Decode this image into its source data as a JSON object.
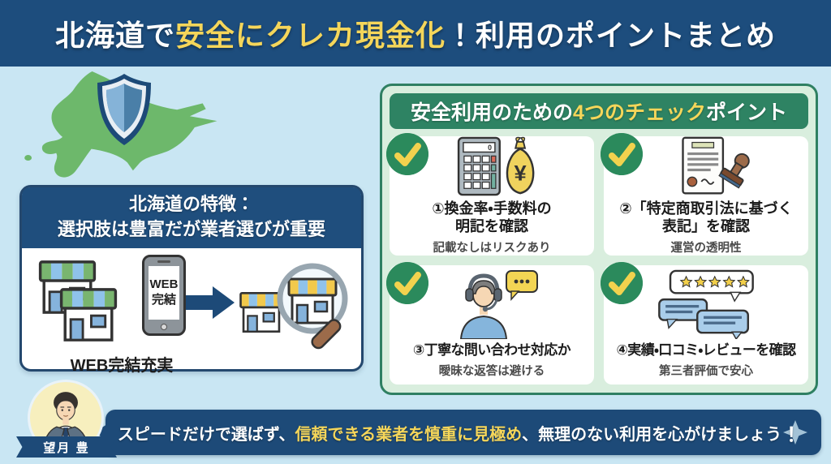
{
  "colors": {
    "header_navy": "#1d4d7d",
    "navy": "#1d4a78",
    "accent_yellow": "#f5d65a",
    "panel_green": "#2e8363",
    "panel_light_green": "#d9eede",
    "check_green": "#2b8a5c",
    "map_green": "#6db86b",
    "background_blue": "#c9e6f3"
  },
  "header": {
    "part_white_1": "北海道で",
    "part_yellow": "安全にクレカ現金化",
    "part_white_2": "！利用のポイントまとめ"
  },
  "map": {
    "icon": "shield-icon"
  },
  "left_card": {
    "title": "北海道の特徴：\n選択肢は豊富だが業者選びが重要",
    "phone_label": "WEB\n完結",
    "caption": "WEB完結充実",
    "icons": [
      "storefront-icon",
      "smartphone-icon",
      "arrow-right-icon",
      "magnifier-storefront-icon"
    ]
  },
  "checkpoints": {
    "heading": {
      "part_white_1": "安全利用のための",
      "part_yellow": "4つのチェック",
      "part_white_2": "ポイント"
    },
    "items": [
      {
        "title": "①換金率・手数料の\n明記を確認",
        "sub": "記載なしはリスクあり",
        "icon": "calculator-moneybag-icon"
      },
      {
        "title": "②「特定商取引法に基づく\n表記」を確認",
        "sub": "運営の透明性",
        "icon": "document-stamp-icon"
      },
      {
        "title": "③丁寧な問い合わせ対応か",
        "sub": "曖昧な返答は避ける",
        "icon": "support-operator-icon"
      },
      {
        "title": "④実績・口コミ・レビューを確認",
        "sub": "第三者評価で安心",
        "icon": "review-stars-icon"
      }
    ]
  },
  "advisor": {
    "name": "望月 豊",
    "icon": "advisor-avatar"
  },
  "footer": {
    "part_white_1": "スピードだけで選ばず、",
    "part_yellow": "信頼できる業者を慎重に見極め",
    "part_white_2": "、無理のない利用を心がけましょう",
    "exclamation": "！",
    "icon": "sparkle-icon"
  }
}
